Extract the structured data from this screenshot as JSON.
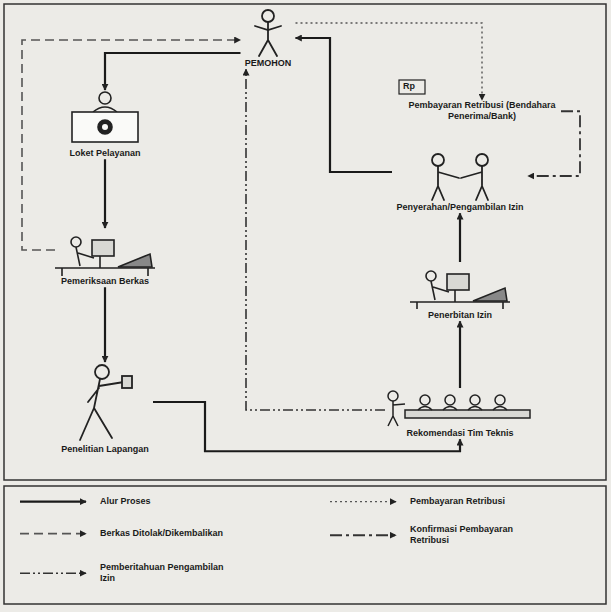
{
  "diagram": {
    "nodes": [
      {
        "text": [
          "PEMOHON"
        ]
      },
      {
        "text": [
          "Loket Pelayanan"
        ]
      },
      {
        "text": [
          "Pemeriksaan Berkas"
        ]
      },
      {
        "text": [
          "Penelitian Lapangan"
        ]
      },
      {
        "text": [
          "Rekomendasi Tim Teknis"
        ]
      },
      {
        "text": [
          "Penerbitan Izin"
        ]
      },
      {
        "text": [
          "Penyerahan/Pengambilan Izin"
        ]
      },
      {
        "text": [
          "Pembayaran Retribusi (Bendahara Penerima/Bank)"
        ]
      }
    ],
    "edges": [
      {
        "from": 0,
        "to": 1,
        "arrow": "to"
      },
      {
        "from": 1,
        "to": 2,
        "arrow": "to"
      },
      {
        "from": 2,
        "to": 3,
        "arrow": "to"
      },
      {
        "from": 3,
        "to": 4,
        "arrow": "to"
      },
      {
        "from": 4,
        "to": 5,
        "arrow": "to"
      },
      {
        "from": 5,
        "to": 6,
        "arrow": "to"
      },
      {
        "from": 6,
        "to": 0,
        "arrow": "to"
      },
      {
        "from": 2,
        "to": 0,
        "arrow": "to"
      },
      {
        "from": 4,
        "to": 0,
        "arrow": "to"
      },
      {
        "from": 0,
        "to": 7,
        "arrow": "to"
      },
      {
        "from": 7,
        "to": 6,
        "arrow": "to"
      }
    ],
    "labels": [
      "Rp"
    ],
    "legend": [
      {
        "text": "Alur Proses"
      },
      {
        "text": "Pembayaran Retribusi"
      },
      {
        "text": "Berkas Ditolak/Dikembalikan"
      },
      {
        "text": "Konfirmasi Pembayaran Retribusi"
      },
      {
        "text": "Pemberitahuan Pengambilan Izin"
      }
    ]
  }
}
